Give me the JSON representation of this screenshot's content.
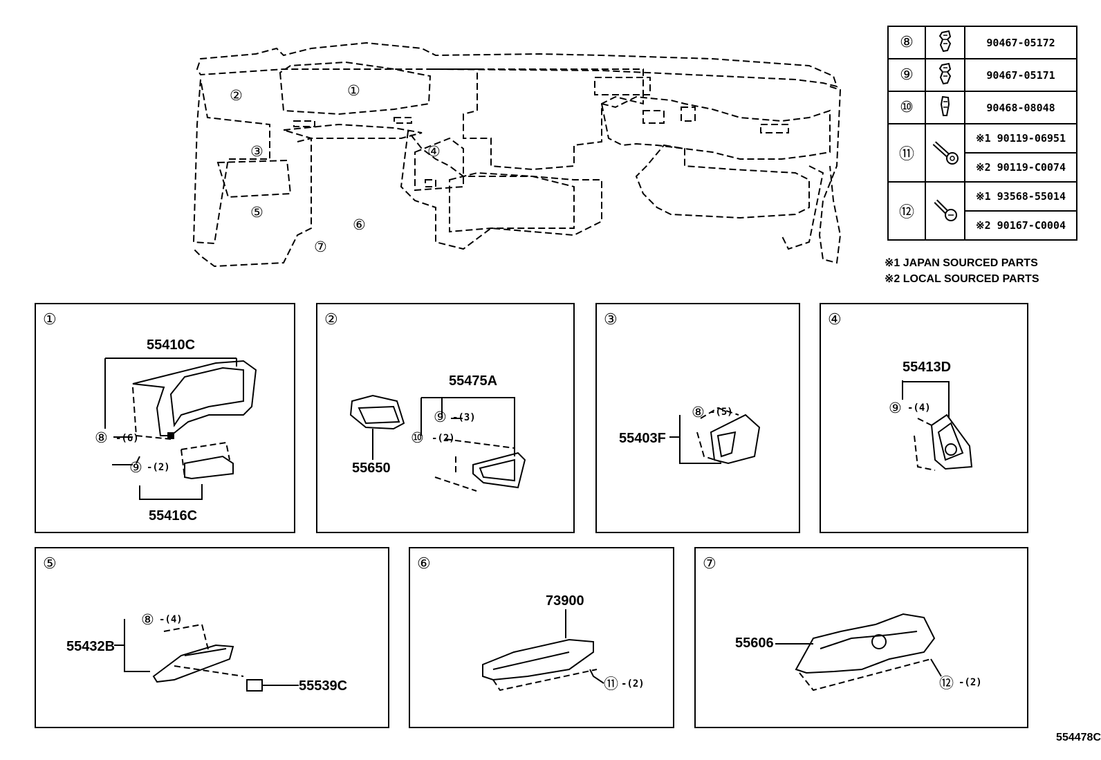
{
  "overview": {
    "callouts": [
      "①",
      "②",
      "③",
      "④",
      "⑤",
      "⑥",
      "⑦"
    ]
  },
  "legend": {
    "rows": [
      {
        "ref": "⑧",
        "icon": "clip-icon",
        "parts": [
          "90467-05172"
        ]
      },
      {
        "ref": "⑨",
        "icon": "clip-icon",
        "parts": [
          "90467-05171"
        ]
      },
      {
        "ref": "⑩",
        "icon": "clip-icon",
        "parts": [
          "90468-08048"
        ]
      },
      {
        "ref": "⑪",
        "icon": "screw-icon",
        "parts": [
          "※1 90119-06951",
          "※2 90119-C0074"
        ]
      },
      {
        "ref": "⑫",
        "icon": "screw-icon",
        "parts": [
          "※1 93568-55014",
          "※2 90167-C0004"
        ]
      }
    ],
    "notes": [
      "※1 JAPAN SOURCED PARTS",
      "※2 LOCAL SOURCED PARTS"
    ]
  },
  "panels": [
    {
      "number": "①",
      "labels": {
        "top": "55410C",
        "bottom": "55416C",
        "clip1": "⑧",
        "clip1_qty": "-(6)",
        "clip2": "⑨",
        "clip2_qty": "-(2)"
      }
    },
    {
      "number": "②",
      "labels": {
        "top": "55475A",
        "left": "55650",
        "clip1": "⑨",
        "clip1_qty": "-(3)",
        "clip2": "⑩",
        "clip2_qty": "-(2)"
      }
    },
    {
      "number": "③",
      "labels": {
        "left": "55403F",
        "clip1": "⑧",
        "clip1_qty": "-(5)"
      }
    },
    {
      "number": "④",
      "labels": {
        "top": "55413D",
        "clip1": "⑨",
        "clip1_qty": "-(4)"
      }
    },
    {
      "number": "⑤",
      "labels": {
        "left": "55432B",
        "right": "55539C",
        "clip1": "⑧",
        "clip1_qty": "-(4)"
      }
    },
    {
      "number": "⑥",
      "labels": {
        "top": "73900",
        "clip1": "⑪",
        "clip1_qty": "-(2)"
      }
    },
    {
      "number": "⑦",
      "labels": {
        "left": "55606",
        "clip1": "⑫",
        "clip1_qty": "-(2)"
      }
    }
  ],
  "drawing_number": "554478C"
}
